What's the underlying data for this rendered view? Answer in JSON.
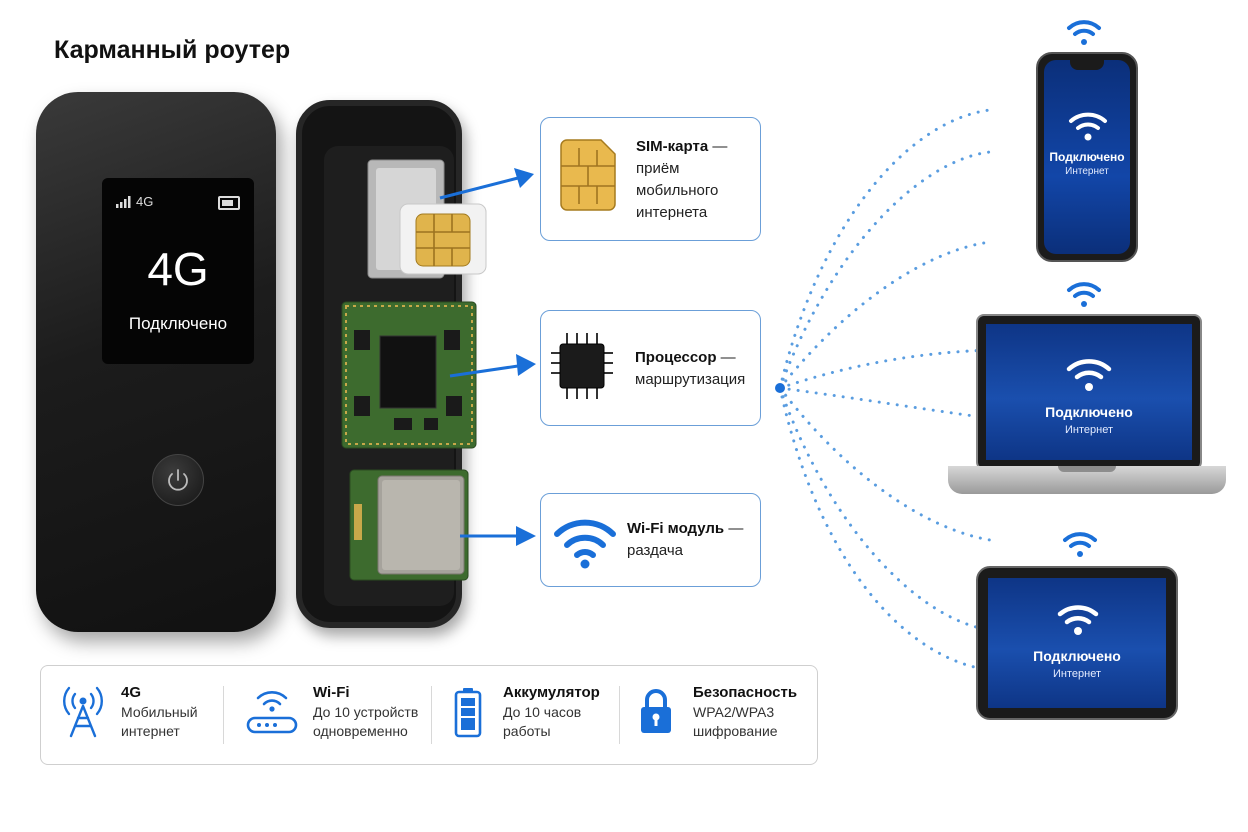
{
  "title": "Карманный роутер",
  "router_screen": {
    "network": "4G",
    "big_label": "4G",
    "status": "Подключено"
  },
  "components": [
    {
      "name": "SIM-карта",
      "desc_lines": [
        "приём",
        "мобильного",
        "интернета"
      ],
      "icon": "sim-card-icon"
    },
    {
      "name": "Процессор",
      "desc_lines": [
        "маршрутизация"
      ],
      "icon": "processor-chip-icon"
    },
    {
      "name": "Wi-Fi модуль",
      "desc_lines": [
        "раздача"
      ],
      "icon": "wifi-icon"
    }
  ],
  "dash": "—",
  "devices": [
    {
      "type": "phone",
      "status": "Подключено",
      "sub": "Интернет"
    },
    {
      "type": "laptop",
      "status": "Подключено",
      "sub": "Интернет"
    },
    {
      "type": "tablet",
      "status": "Подключено",
      "sub": "Интернет"
    }
  ],
  "features": [
    {
      "icon": "antenna-icon",
      "title": "4G",
      "lines": [
        "Мобильный",
        "интернет"
      ]
    },
    {
      "icon": "router-wifi-icon",
      "title": "Wi-Fi",
      "lines": [
        "До 10 устройств",
        "одновременно"
      ]
    },
    {
      "icon": "battery-icon",
      "title": "Аккумулятор",
      "lines": [
        "До 10 часов",
        "работы"
      ]
    },
    {
      "icon": "lock-icon",
      "title": "Безопасность",
      "lines": [
        "WPA2/WPA3",
        "шифрование"
      ]
    }
  ],
  "colors": {
    "accent": "#1a6fd8",
    "screen_blue": "#0f3b8c",
    "dots": "#5a9de0"
  }
}
